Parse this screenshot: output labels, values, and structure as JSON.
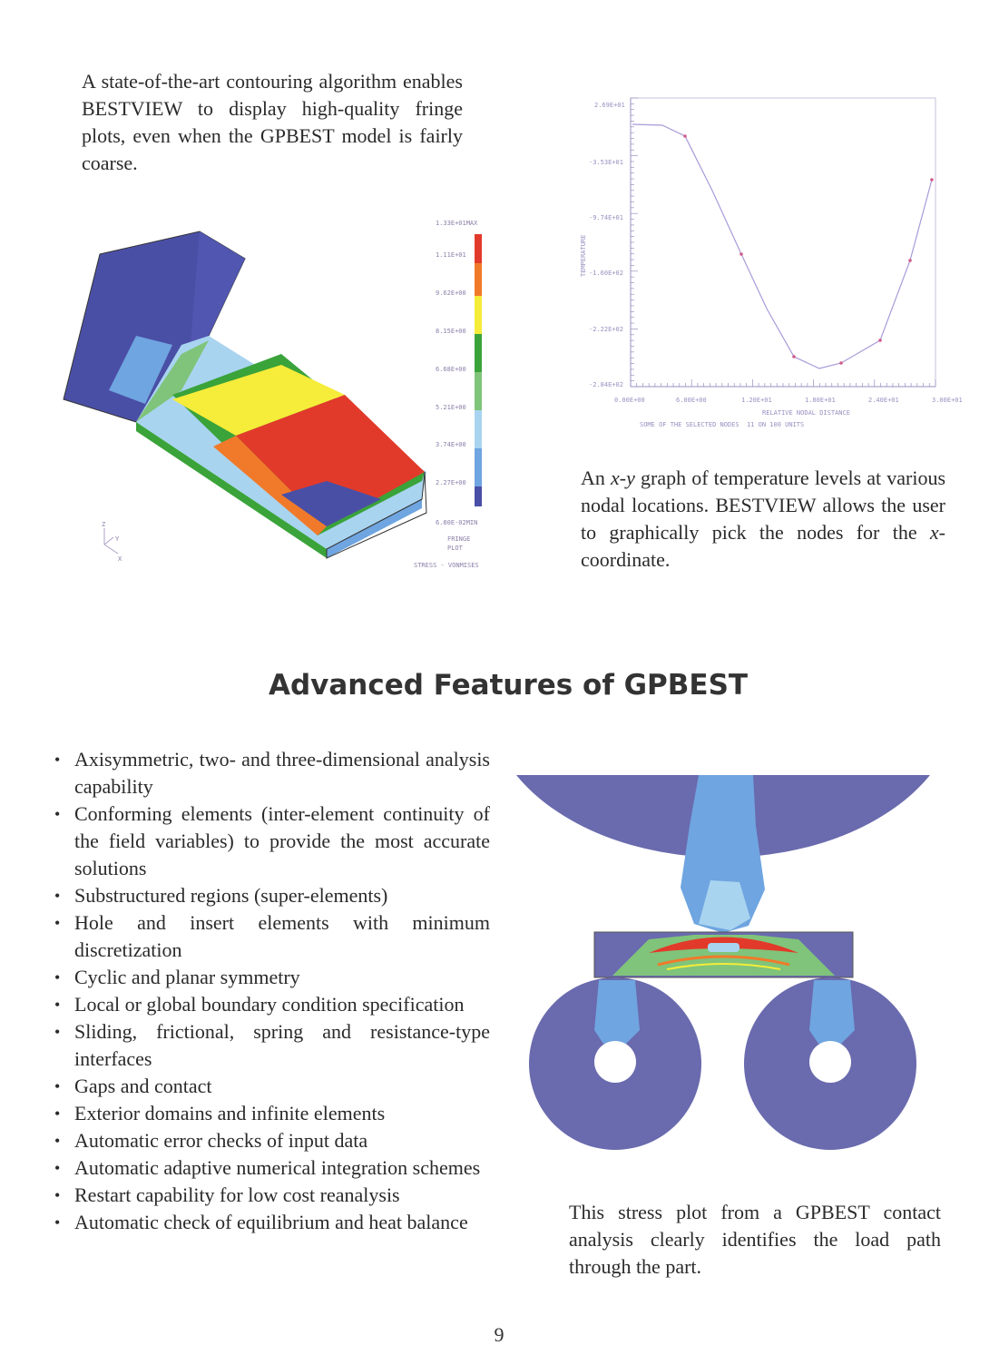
{
  "top_left_caption": "A state-of-the-art contouring algorithm enables BESTVIEW to display high-quality fringe plots, even when the GPBEST model is fairly coarse.",
  "fringe_plot": {
    "legend_max": "1.33E+01MAX",
    "legend_min": "6.80E-02MIN",
    "legend_labels": [
      "1.11E+01",
      "9.62E+00",
      "8.15E+00",
      "6.68E+00",
      "5.21E+00",
      "3.74E+00",
      "2.27E+00"
    ],
    "plot_type_line1": "FRINGE",
    "plot_type_line2": "PLOT",
    "result_label": "STRESS - VONMISES",
    "axis_z": "Z",
    "axis_y": "Y",
    "axis_x": "X",
    "colors": [
      "#e23a2a",
      "#f07a2a",
      "#f6ec3a",
      "#3aa33a",
      "#7fc47a",
      "#a9d4f0",
      "#6fa5e0",
      "#4a4fa6"
    ]
  },
  "xy_graph": {
    "y_ticks": [
      "2.69E+01",
      "-3.53E+01",
      "-9.74E+01",
      "-1.60E+02",
      "-2.22E+02",
      "-2.84E+02"
    ],
    "x_ticks": [
      "0.00E+00",
      "6.00E+00",
      "1.20E+01",
      "1.80E+01",
      "2.40E+01",
      "3.00E+01"
    ],
    "y_label": "TEMPERATURE",
    "x_label": "RELATIVE NODAL DISTANCE",
    "footer_left": "SOME OF THE SELECTED NODES",
    "footer_right": "11 ON 100 UNITS"
  },
  "top_right_caption_html": "An <i>x-y</i> graph of temperature levels at various nodal locations. BESTVIEW allows the user to graphically pick the nodes for the <i>x</i>-coordinate.",
  "section_heading": "Advanced Features of GPBEST",
  "features": [
    "Axisymmetric, two- and three-dimensional analysis capability",
    "Conforming elements (inter-element continuity of the field variables) to provide the most accurate solutions",
    "Substructured regions (super-elements)",
    "Hole and insert elements with minimum discretization",
    "Cyclic and planar symmetry",
    "Local or global boundary condition specification",
    "Sliding, frictional, spring and resistance-type interfaces",
    "Gaps and contact",
    "Exterior domains and infinite elements",
    "Automatic error checks of input data",
    "Automatic adaptive numerical integration schemes",
    "Restart capability for low cost reanalysis",
    "Automatic check of equilibrium and heat balance"
  ],
  "bottom_right_caption": "This stress plot from a GPBEST contact analysis clearly identifies the load path through the part.",
  "page_number": "9"
}
